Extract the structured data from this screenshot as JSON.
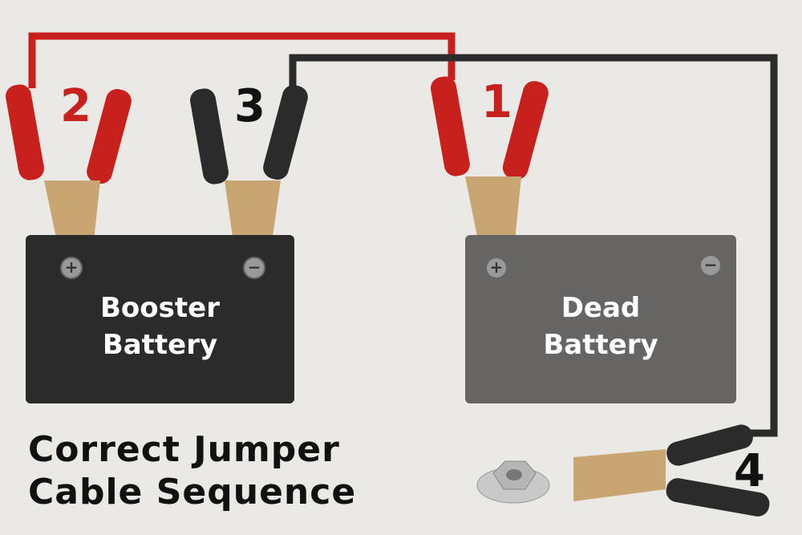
{
  "title": {
    "line1": "Correct Jumper",
    "line2": "Cable Sequence"
  },
  "booster": {
    "label_line1": "Booster",
    "label_line2": "Battery",
    "plus": "+",
    "minus": "−"
  },
  "dead": {
    "label_line1": "Dead",
    "label_line2": "Battery",
    "plus": "+",
    "minus": "−"
  },
  "steps": [
    "1",
    "2",
    "3",
    "4"
  ],
  "colors": {
    "red": "#c8201c",
    "black": "#222222",
    "booster": "#2b2b2b",
    "dead": "#666564",
    "brass": "#c9a572"
  }
}
